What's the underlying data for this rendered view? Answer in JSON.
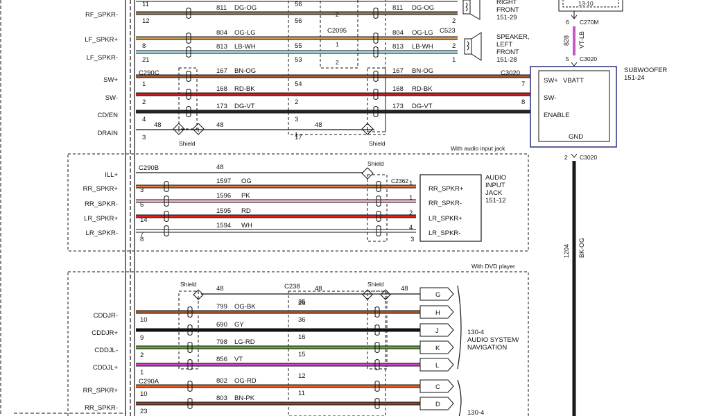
{
  "colors": {
    "DG-OG": "#8a7a55",
    "OG-LG": "#c99a55",
    "LB-WH": "#a8dbe8",
    "BN-OG": "#a35a32",
    "RD-BK": "#c81e1e",
    "DG-VT": "#262626",
    "OG": "#e07a3c",
    "PK": "#f0b8c8",
    "RD": "#e02020",
    "WH": "#ffffff",
    "OG-BK": "#a05a2a",
    "GY": "#111111",
    "LG-RD": "#6aa63a",
    "VT": "#d43ed0",
    "OG-RD": "#e65c1e",
    "BN-PK": "#8a4a30",
    "VT-LB": "#c45ac8",
    "BK-OG": "#1a1a1a",
    "shield": "#111111"
  },
  "left_pins": [
    {
      "label": "RF_SPKR-"
    },
    {
      "label": "LF_SPKR+"
    },
    {
      "label": "LF_SPKR-"
    },
    {
      "label": "SW+"
    },
    {
      "label": "SW-"
    },
    {
      "label": "CD/EN"
    },
    {
      "label": "DRAIN"
    },
    {
      "label": "ILL+"
    },
    {
      "label": "RR_SPKR+"
    },
    {
      "label": "RR_SPKR-"
    },
    {
      "label": "LR_SPKR+"
    },
    {
      "label": "LR_SPKR-"
    },
    {
      "label": "CDDJR-"
    },
    {
      "label": "CDDJR+"
    },
    {
      "label": "CDDJL-"
    },
    {
      "label": "CDDJL+"
    },
    {
      "label": "RR_SPKR+"
    },
    {
      "label": "RR_SPKR-"
    }
  ],
  "connectors": [
    {
      "label": "C290C"
    },
    {
      "label": "C290B"
    },
    {
      "label": "C290A"
    },
    {
      "label": "C2095"
    },
    {
      "label": "C523"
    },
    {
      "label": "C3020"
    },
    {
      "label": "C2362"
    },
    {
      "label": "C238"
    },
    {
      "label": "C270M"
    },
    {
      "label": "C3020"
    },
    {
      "label": "C3020"
    }
  ],
  "wires": [
    {
      "circuit": "811",
      "color": "DG-OG",
      "pin_left": "12",
      "pin_mid": "56",
      "pin_right": "2",
      "circuit2": "811",
      "color2": "DG-OG"
    },
    {
      "circuit": "804",
      "color": "OG-LG",
      "pin_left": "8",
      "pin_mid": "55",
      "pin_mid2": "1",
      "pin_right": "2",
      "circuit2": "804",
      "color2": "OG-LG"
    },
    {
      "circuit": "813",
      "color": "LB-WH",
      "pin_left": "21",
      "pin_mid": "53",
      "pin_mid2": "2",
      "pin_right": "1",
      "circuit2": "813",
      "color2": "LB-WH"
    },
    {
      "circuit": "167",
      "color": "BN-OG",
      "pin_left": "1",
      "pin_mid": "54",
      "pin_right": "7",
      "circuit2": "167",
      "color2": "BN-OG"
    },
    {
      "circuit": "168",
      "color": "RD-BK",
      "pin_left": "2",
      "pin_mid": "2",
      "pin_right": "8",
      "circuit2": "168",
      "color2": "RD-BK"
    },
    {
      "circuit": "173",
      "color": "DG-VT",
      "pin_left": "4",
      "pin_mid": "3",
      "pin_right": "",
      "circuit2": "173",
      "color2": "DG-VT"
    },
    {
      "circuit": "48",
      "color": "",
      "pin_left": "3",
      "pin_mid": "17",
      "pin_right": "",
      "circuit2": "48",
      "color2": ""
    }
  ],
  "drain": {
    "c1": "48",
    "c2": "48",
    "c3": "48",
    "pin_top": "1"
  },
  "top_partial": {
    "pin_left": "11",
    "pin_mid": "56"
  },
  "mid_pins": {
    "p1": "1",
    "p2": "1",
    "p3": "1",
    "p4": "1",
    "p5": "2",
    "p6": "2",
    "p7": "1"
  },
  "shield_labels": [
    "Shield",
    "Shield",
    "Shield",
    "Shield",
    "Shield"
  ],
  "speakers": {
    "rf": {
      "line1": "RIGHT",
      "line2": "FRONT",
      "line3": "151-29"
    },
    "lf": {
      "line1": "SPEAKER,",
      "line2": "LEFT",
      "line3": "FRONT",
      "line4": "151-28"
    }
  },
  "subwoofer": {
    "title": "SUBWOOFER",
    "ref": "151-24",
    "pins": {
      "sw_plus": "SW+",
      "sw_minus": "SW-",
      "enable": "ENABLE",
      "vbatt": "VBATT",
      "gnd": "GND"
    },
    "top_box": "13-10",
    "vtlb": {
      "pin_top": "6",
      "pin_bottom": "5",
      "circuit": "828",
      "color": "VT-LB"
    },
    "ground": {
      "pin": "2",
      "circuit": "1204",
      "color": "BK-OG"
    }
  },
  "audio_jack": {
    "heading": "With audio input jack",
    "title1": "AUDIO",
    "title2": "INPUT",
    "title3": "JACK",
    "ref": "151-12",
    "pins": [
      "RR_SPKR+",
      "RR_SPKR-",
      "LR_SPKR+",
      "LR_SPKR-"
    ],
    "wires": [
      {
        "circuit": "48",
        "color": "",
        "pin_left": ""
      },
      {
        "circuit": "1597",
        "color": "OG",
        "pin_left": "3",
        "pin_right": "1"
      },
      {
        "circuit": "1596",
        "color": "PK",
        "pin_left": "6",
        "pin_right": "1"
      },
      {
        "circuit": "1595",
        "color": "RD",
        "pin_left": "14",
        "pin_right": "2"
      },
      {
        "circuit": "1594",
        "color": "WH",
        "pin_left": "7",
        "pin_right": "4"
      },
      {
        "pin_left": "8",
        "pin_right": "3"
      }
    ]
  },
  "dvd": {
    "heading": "With DVD player",
    "system1": "130-4",
    "system2": "AUDIO SYSTEM/",
    "system3": "NAVIGATION",
    "bottom_ref": "130-4",
    "connectors": [
      "G",
      "H",
      "J",
      "K",
      "L",
      "C",
      "D"
    ],
    "wires": [
      {
        "circuit": "48",
        "color": "",
        "pin_left": "",
        "pin_mid": "26",
        "circuit_mid": "48",
        "circuit_right": "48"
      },
      {
        "circuit": "799",
        "color": "OG-BK",
        "pin_left": "10",
        "pin_mid": "35"
      },
      {
        "circuit": "690",
        "color": "GY",
        "pin_left": "9",
        "pin_mid": "36"
      },
      {
        "circuit": "798",
        "color": "LG-RD",
        "pin_left": "2",
        "pin_mid": "16"
      },
      {
        "circuit": "856",
        "color": "VT",
        "pin_left": "1",
        "pin_mid": "15"
      },
      {
        "circuit": "802",
        "color": "OG-RD",
        "pin_left": "10",
        "pin_mid": "12"
      },
      {
        "circuit": "803",
        "color": "BN-PK",
        "pin_left": "23",
        "pin_mid": "11"
      }
    ]
  }
}
